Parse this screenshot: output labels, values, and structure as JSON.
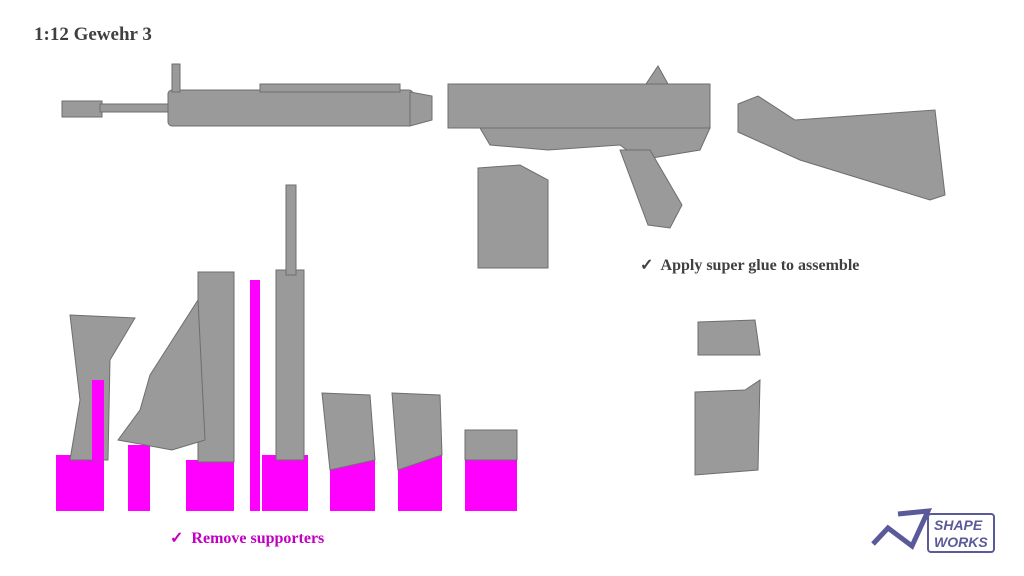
{
  "title": "1:12 Gewehr 3",
  "notes": [
    {
      "check": "✓",
      "text": "Apply super glue to assemble"
    },
    {
      "check": "✓",
      "text": "Remove supporters"
    }
  ],
  "logo": {
    "text": [
      "SHAPE",
      "WORKS"
    ]
  },
  "colors": {
    "part": "#9a9a9a",
    "support": "#ff00ff",
    "logo": "#5a5a9a"
  }
}
